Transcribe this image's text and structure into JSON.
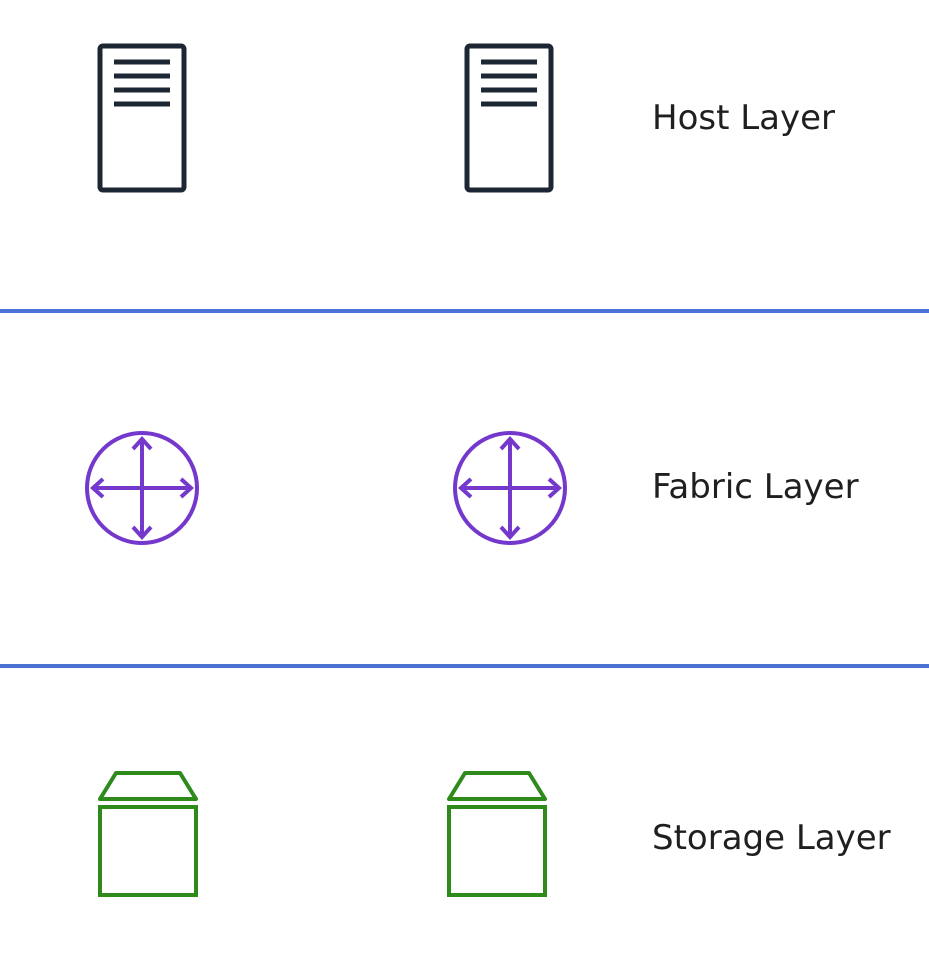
{
  "layers": [
    {
      "label": "Host Layer",
      "icon": "server-icon",
      "color": "#1c2733"
    },
    {
      "label": "Fabric Layer",
      "icon": "fabric-switch-icon",
      "color": "#7438cc"
    },
    {
      "label": "Storage Layer",
      "icon": "storage-icon",
      "color": "#2f8a1c"
    }
  ],
  "colors": {
    "divider": "#4a72d4",
    "text": "#1f1f1f"
  }
}
